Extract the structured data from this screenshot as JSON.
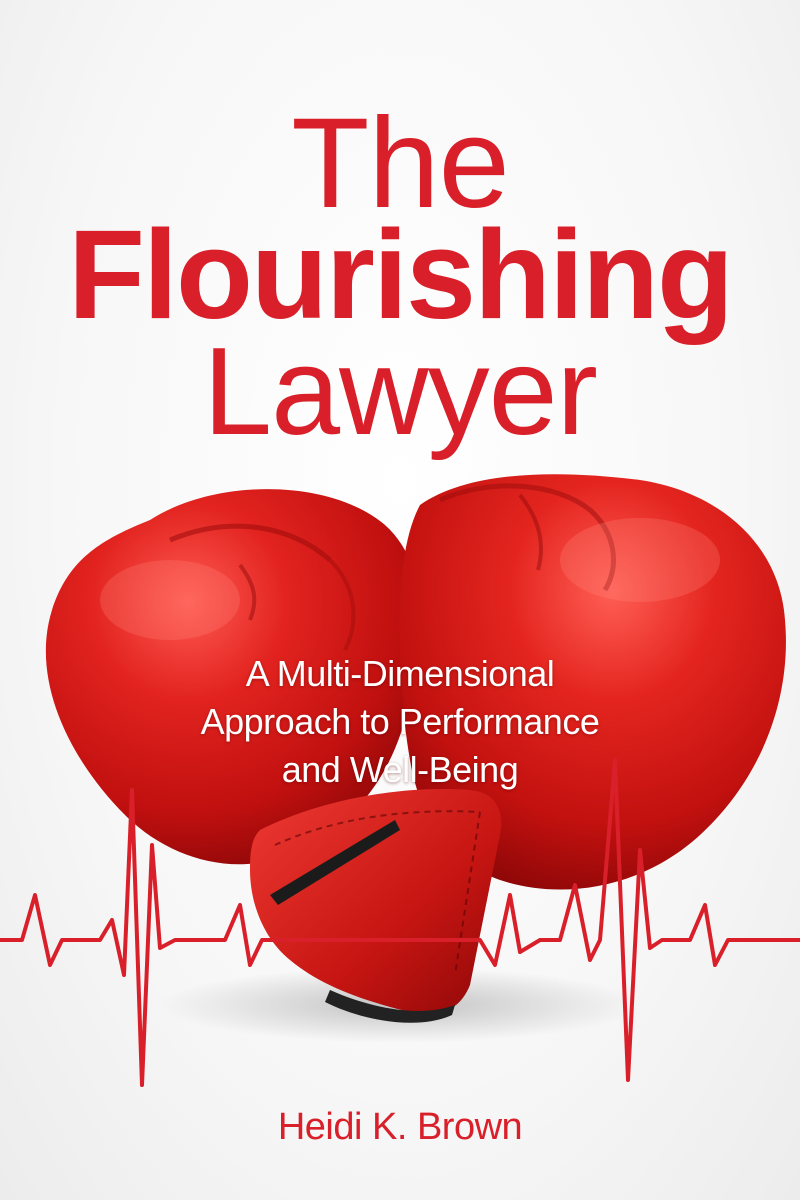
{
  "book": {
    "title_line1": "The",
    "title_line2": "Flourishing",
    "title_line3": "Lawyer",
    "subtitle_line1": "A Multi-Dimensional",
    "subtitle_line2": "Approach to Performance",
    "subtitle_line3": "and Well-Being",
    "author": "Heidi K. Brown"
  },
  "colors": {
    "accent_red": "#d9202a",
    "glove_red": "#d8161d",
    "subtitle_text": "#ffffff",
    "background": "#f4f4f4"
  },
  "artwork": {
    "subject": "boxing-gloves-heart",
    "line": "heartbeat-line"
  }
}
